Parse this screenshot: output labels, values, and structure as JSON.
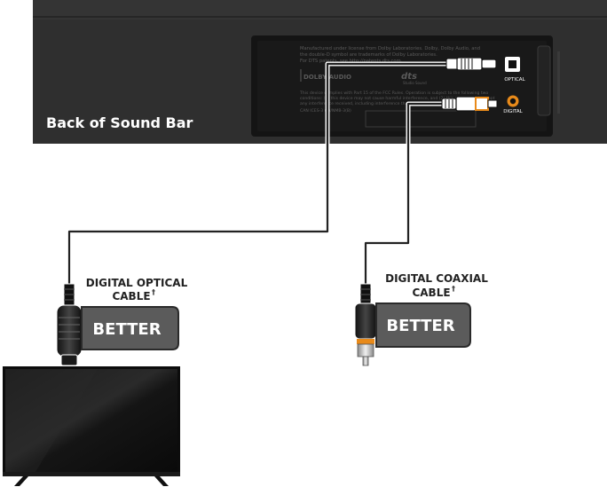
{
  "soundbar": {
    "label": "Back of Sound Bar",
    "ports": {
      "optical": "OPTICAL",
      "coaxial": "DIGITAL"
    },
    "panel_text": {
      "line1": "Manufactured under license from Dolby Laboratories. Dolby, Dolby Audio, and",
      "line2": "the double-D symbol are trademarks of Dolby Laboratories.",
      "line3": "For DTS patents, see http://patents.dts.com.",
      "line4": "This device complies with Part 15 of the FCC Rules. Operation is subject to the following two",
      "line5": "conditions: (1) this device may not cause harmful interference, and (2) this device must accept",
      "line6": "any interference received, including interference that may cause undesired operation.",
      "line7": "CAN ICES-3 (B)/NMB-3(B)",
      "dolby_logo": "DOLBY AUDIO",
      "dts_logo": "dts",
      "dts_sub": "Studio Sound"
    }
  },
  "cables": {
    "optical": {
      "name_line1": "DIGITAL OPTICAL",
      "name_line2": "CABLE",
      "mark": "†",
      "rating": "BETTER"
    },
    "coaxial": {
      "name_line1": "DIGITAL COAXIAL",
      "name_line2": "CABLE",
      "mark": "†",
      "rating": "BETTER"
    }
  },
  "colors": {
    "soundbar_body": "#2f2f2f",
    "panel": "#191919",
    "badge_fill": "#5b5b5b",
    "badge_stroke": "#2a2a2a",
    "coax_ring": "#e88a1a",
    "cable": "#222222"
  }
}
